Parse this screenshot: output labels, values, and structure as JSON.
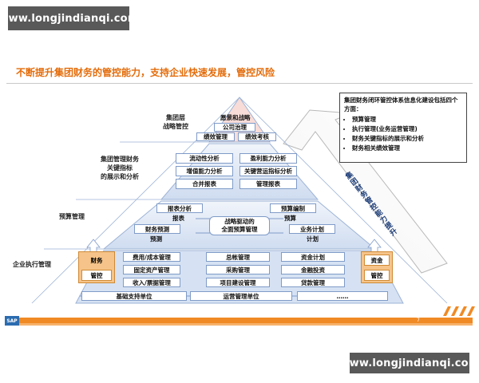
{
  "watermark_top": "www.longjindianqi.com",
  "watermark_bottom": "www.longjindianqi.com",
  "slide_title": "不断提升集团财务的管控能力，支持企业快速发展，管控风险",
  "levels": {
    "group": "集团层\n战略管控",
    "finance_indicators": "集团管理财务\n关键指标\n的展示和分析",
    "budget": "预算管理",
    "enterprise": "企业执行管理"
  },
  "apex": {
    "title": "愿景和战略",
    "items": [
      "公司治理",
      "绩效管理",
      "绩效考核"
    ]
  },
  "analysis": {
    "items": [
      "流动性分析",
      "盈利能力分析",
      "增值能力分析",
      "关键营运指标分析",
      "合并报表",
      "管理报表"
    ]
  },
  "budget_tier": {
    "report_analysis_box": "报表分析",
    "report_analysis_text": "报表",
    "budget_compile_box": "预算编制",
    "budget_compile_text": "预算",
    "center_box": "战略驱动的\n全面预算管理",
    "finance_forecast_box": "财务预测",
    "finance_forecast_text": "预测",
    "business_plan_box": "业务计划",
    "business_plan_text": "计划"
  },
  "left_orange": {
    "top": "财务",
    "bottom": "管控"
  },
  "right_orange": {
    "top": "资金",
    "bottom": "管控"
  },
  "base": {
    "col1": [
      "费用/成本管理",
      "固定资产管理",
      "收入/票据管理"
    ],
    "col2": [
      "总帐管理",
      "采购管理",
      "项目建设管理"
    ],
    "col3": [
      "资金计划",
      "金融投资",
      "贷款管理"
    ],
    "support": [
      "基础支持单位",
      "运营管理单位",
      "……"
    ]
  },
  "info_box": {
    "heading": "集团财务闭环管控体系信息化建设包括四个方面：",
    "items": [
      "预算管理",
      "执行管理(业务运营管理)",
      "财务关键指标的展示和分析",
      "财务相关绩效管理"
    ]
  },
  "arrow_text": "集团财务管控能力提升",
  "footer": {
    "logo": "SAP",
    "page": "7"
  },
  "colors": {
    "accent_orange": "#f08a24",
    "title_orange": "#e46c0a",
    "pyramid_blue": "#dbe6f6",
    "box_border": "#7f9bc8"
  }
}
